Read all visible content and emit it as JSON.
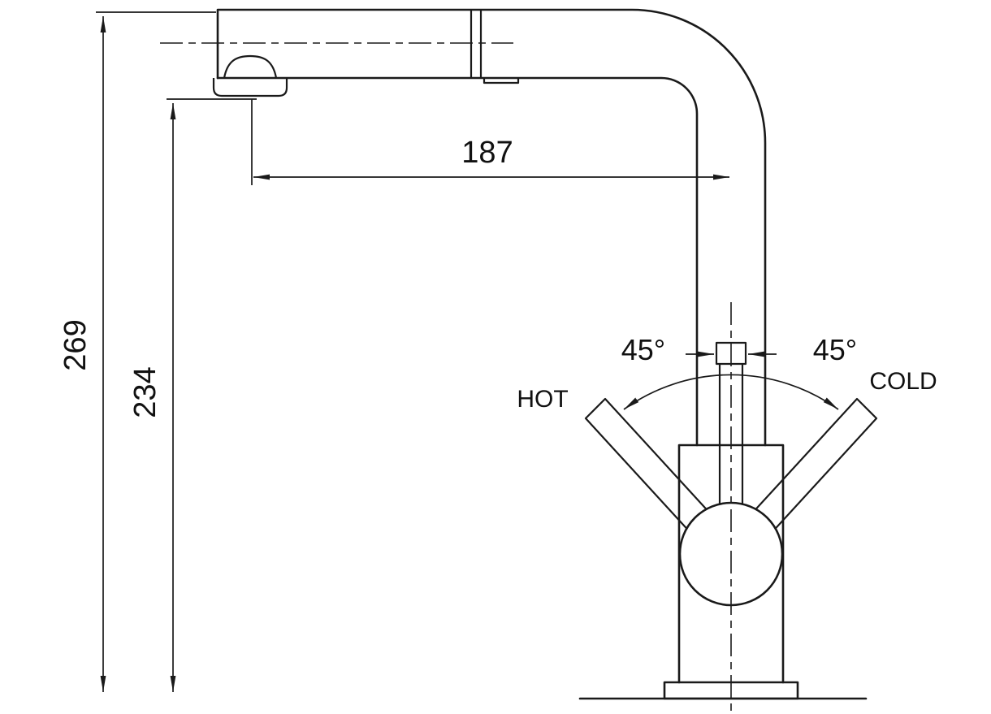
{
  "drawing": {
    "dimensions": {
      "overall_height": "269",
      "spout_height": "234",
      "spout_reach": "187"
    },
    "angles": {
      "left": "45°",
      "right": "45°"
    },
    "labels": {
      "hot": "HOT",
      "cold": "COLD"
    },
    "colors": {
      "line": "#1a1a1a",
      "background": "#ffffff"
    }
  }
}
